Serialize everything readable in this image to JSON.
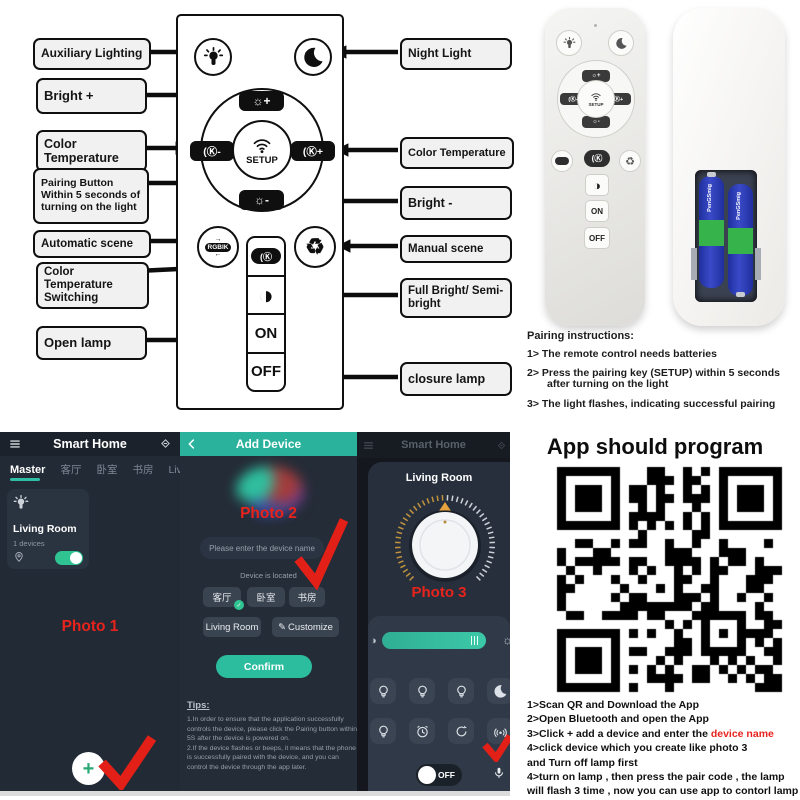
{
  "top": {
    "left_labels": [
      "Auxiliary Lighting",
      "Bright +",
      "Color Temperature",
      "Pairing Button Within 5 seconds of turning on the light",
      "Automatic scene",
      "Color Temperature Switching",
      "Open lamp"
    ],
    "right_labels": [
      "Night Light",
      "Color Temperature",
      "Bright -",
      "Manual scene",
      "Full Bright/ Semi-bright",
      "closure lamp"
    ],
    "remote": {
      "bright_plus": "☼+",
      "bright_minus": "☼-",
      "ct_minus": "(Ⓚ-",
      "ct_plus": "(Ⓚ+",
      "setup": "SETUP",
      "rgbik": "RGBIK",
      "k_switch": "(Ⓚ",
      "on": "ON",
      "off": "OFF"
    },
    "pairing": {
      "title": "Pairing instructions:",
      "step1": "1>  The remote control needs batteries",
      "step2": "2>  Press the pairing key (SETUP) within 5 seconds after turning on the light",
      "step3": "3>  The light flashes, indicating successful pairing"
    },
    "battery_brand": "PenGSmig"
  },
  "app1": {
    "title": "Smart Home",
    "tabs": [
      "Master",
      "客厅",
      "卧室",
      "书房",
      "Living Ro"
    ],
    "room_name": "Living Room",
    "room_devices": "1 devices",
    "photo_label": "Photo 1"
  },
  "app2": {
    "title": "Add Device",
    "photo_label": "Photo 2",
    "input_placeholder": "Please enter the device name",
    "located_label": "Device is located",
    "chips": [
      "客厅",
      "卧室",
      "书房",
      "Living Room",
      "Customize"
    ],
    "confirm_label": "Confirm",
    "tips_title": "Tips:",
    "tips_line1": "1.In order to ensure that the application successfully controls the device, please click the Pairing button within 5S after the device is powered on.",
    "tips_line2": "2.If the device flashes or beeps, it means that the phone is successfully paired with the device, and you can control the device through the app later."
  },
  "app3": {
    "bg_title": "Smart Home",
    "room_title": "Living Room",
    "photo_label": "Photo 3",
    "off_label": "OFF"
  },
  "qr_heading": "App should program",
  "instructions": {
    "line1": "1>Scan QR and Download the App",
    "line2": "2>Open Bluetooth and open the App",
    "line3_prefix": "3>Click + add a device and enter the ",
    "line3_red": "device name",
    "line4": "4>click device which you create like photo 3",
    "line5": "and Turn off lamp first",
    "line6": "4>turn on lamp , then press the pair code , the lamp",
    "line7": "will flash 3 time , now you can use app to contorl lamp"
  },
  "icons": {
    "plus": "+",
    "pencil": "✎",
    "check": "✓",
    "contrast": "◑",
    "brightness": "◑",
    "sun": "☼",
    "recycle": "♻"
  }
}
